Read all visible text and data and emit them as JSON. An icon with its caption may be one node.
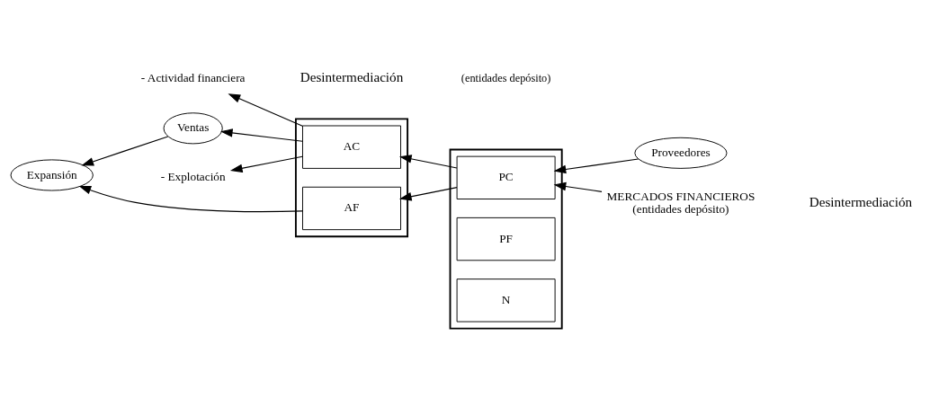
{
  "diagram": {
    "nodes": [
      {
        "text": [
          "Ventas"
        ]
      },
      {
        "text": [
          "Proveedores"
        ]
      },
      {
        "text": [
          "- Explotación"
        ]
      },
      {
        "text": [],
        "shape": "box"
      },
      {
        "text": [
          "AC"
        ],
        "in": 3
      },
      {
        "text": [
          "AF"
        ],
        "in": 3
      },
      {
        "text": [],
        "shape": "box"
      },
      {
        "text": [
          "PC"
        ],
        "in": 6
      },
      {
        "text": [
          "PF"
        ],
        "in": 6
      },
      {
        "text": [
          "N"
        ],
        "in": 6
      },
      {
        "text": [
          "MERCADOS FINANCIEROS",
          "(entidades depósito)"
        ]
      },
      {
        "text": [
          "- Actividad financiera"
        ]
      },
      {
        "text": [
          "Expansión"
        ]
      }
    ],
    "edges": [
      {
        "from": 4,
        "to": 0,
        "arrow": "to"
      },
      {
        "from": 4,
        "to": 2,
        "arrow": "to"
      },
      {
        "from": 4,
        "to": 11,
        "arrow": "to"
      },
      {
        "from": 5,
        "to": 12,
        "arrow": "to"
      },
      {
        "from": 0,
        "to": 12,
        "arrow": "to"
      },
      {
        "from": 7,
        "to": 4,
        "arrow": "to"
      },
      {
        "from": 7,
        "to": 5,
        "arrow": "to"
      },
      {
        "from": 1,
        "to": 7,
        "arrow": "to"
      },
      {
        "from": 10,
        "to": 7,
        "arrow": "to"
      }
    ],
    "labels": [
      "Desintermediación",
      "(entidades depósito)",
      "Desintermediación"
    ]
  }
}
